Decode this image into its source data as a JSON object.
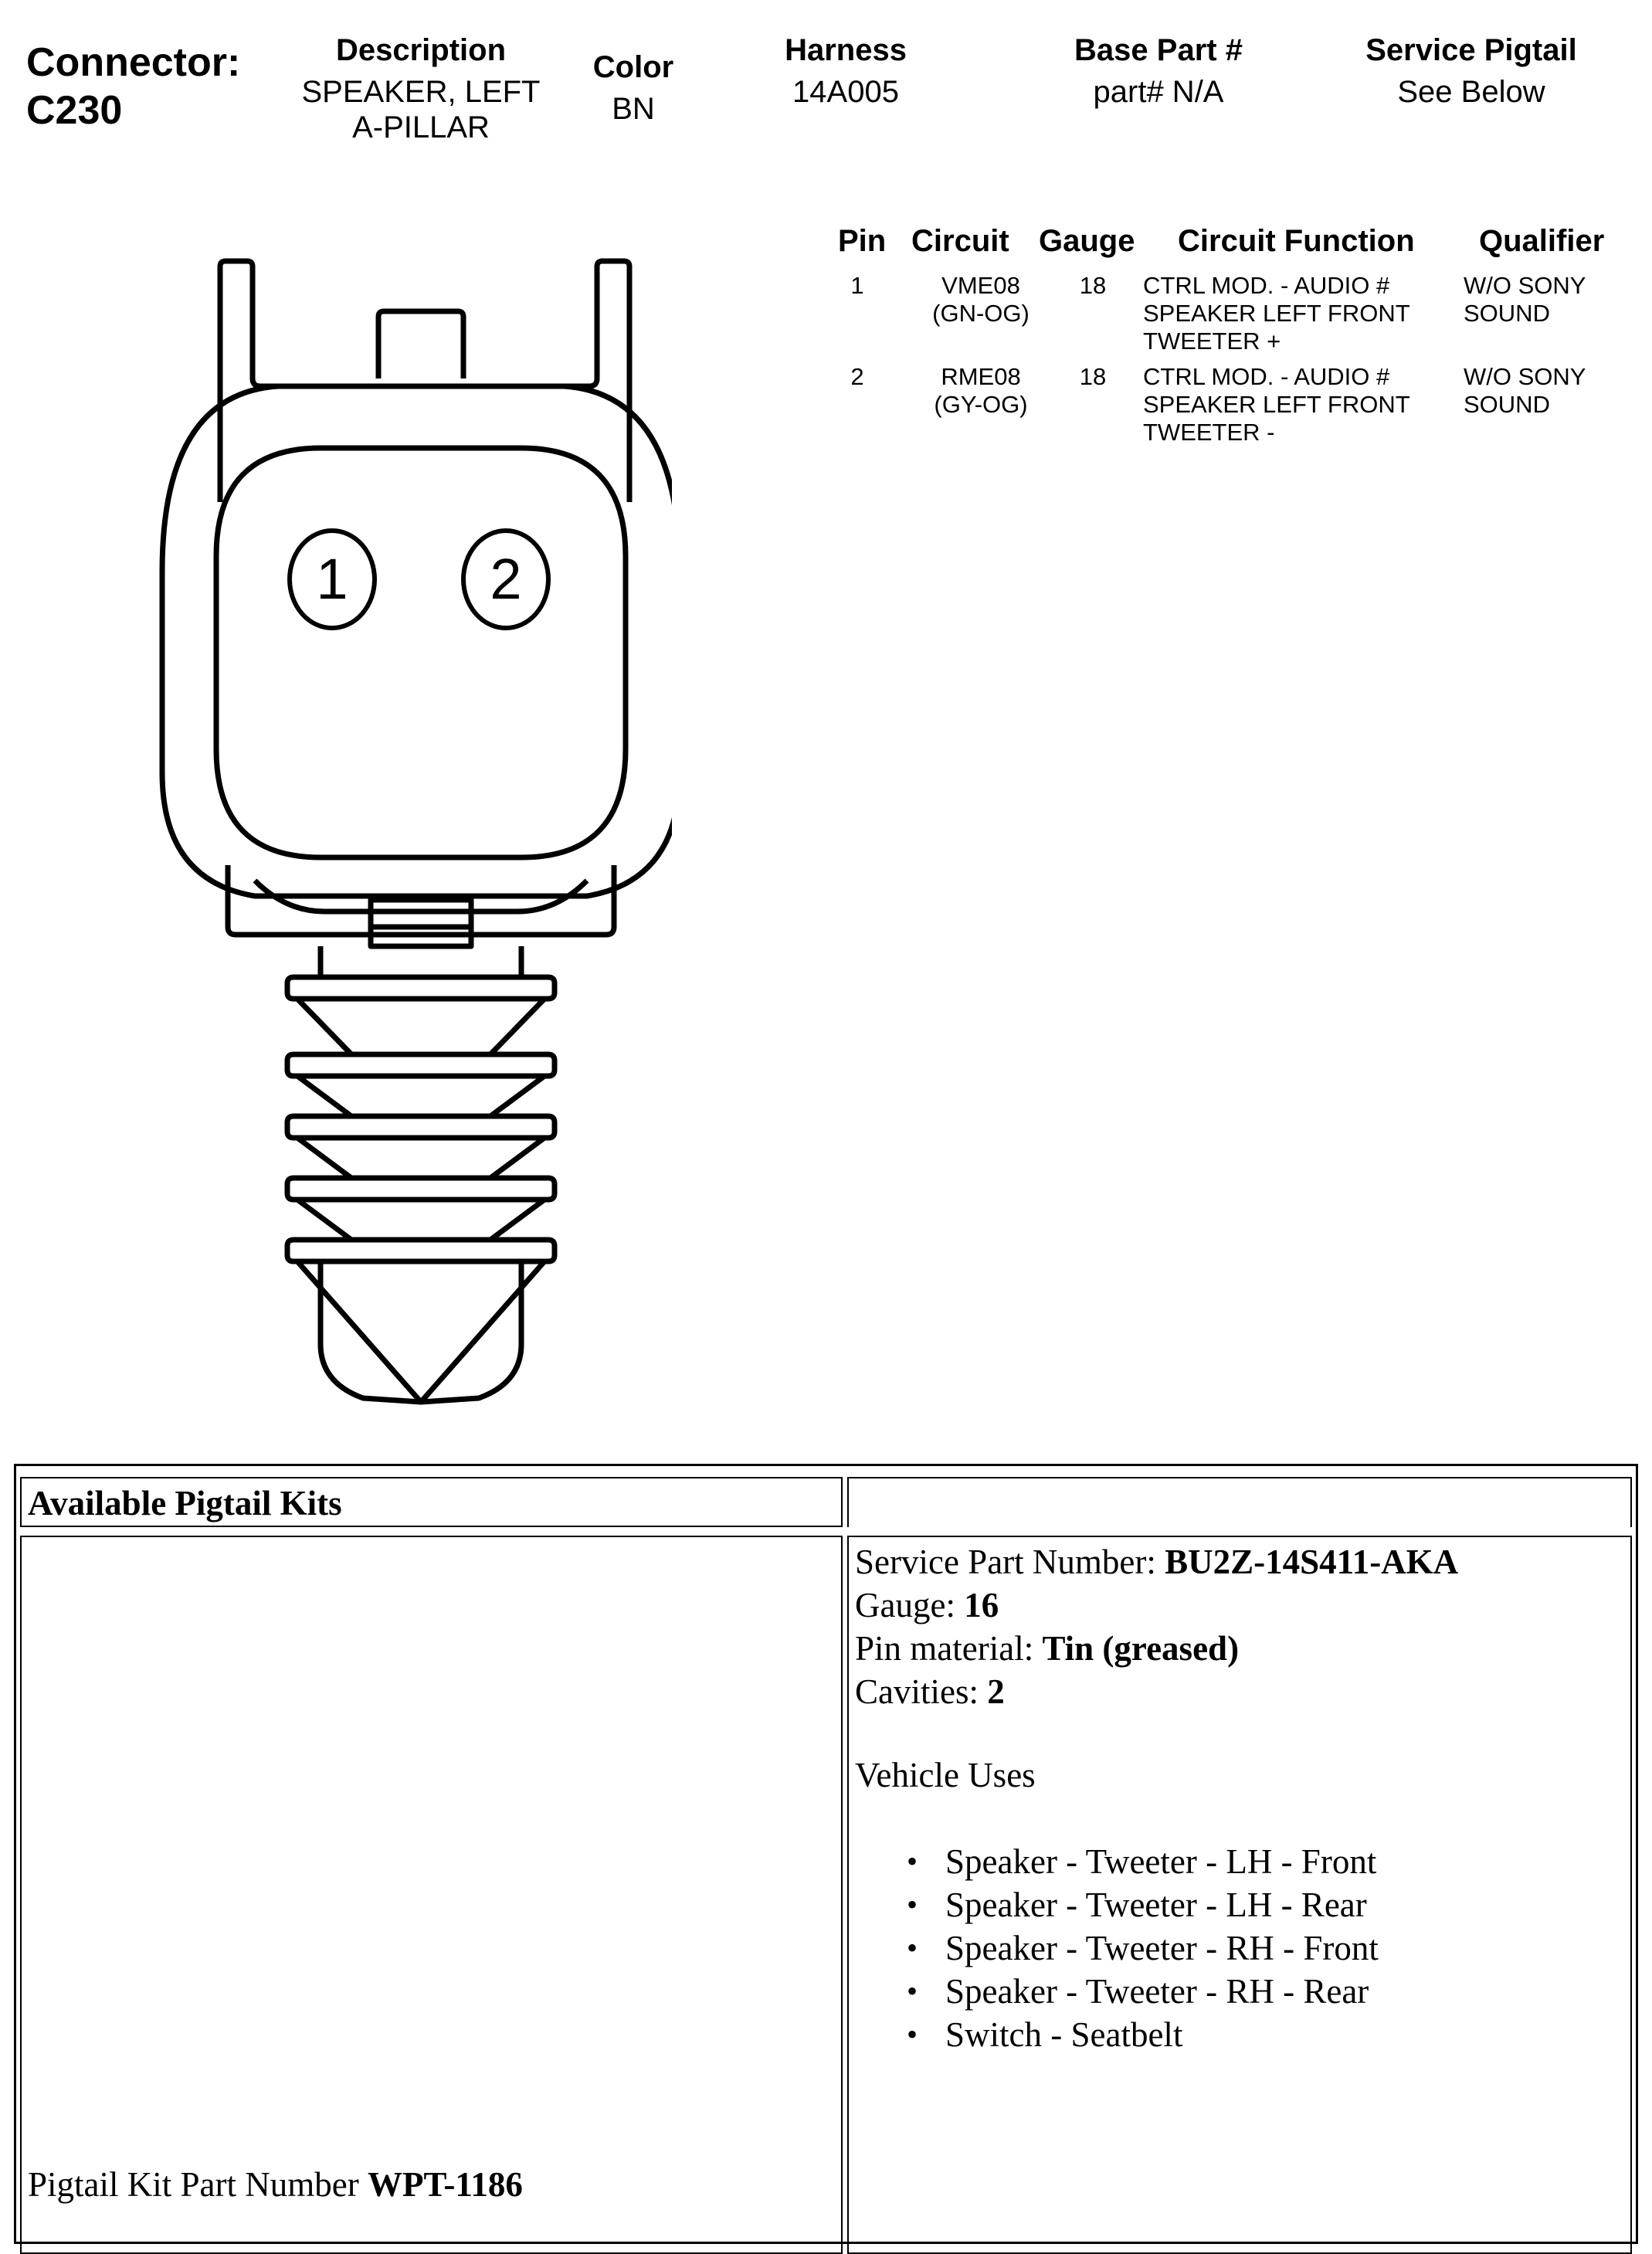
{
  "header": {
    "connector_label": "Connector:",
    "connector_id": "C230",
    "description_label": "Description",
    "description_line1": "SPEAKER, LEFT",
    "description_line2": "A-PILLAR",
    "color_label": "Color",
    "color_value": "BN",
    "harness_label": "Harness",
    "harness_value": "14A005",
    "base_part_label": "Base Part #",
    "base_part_value": "part# N/A",
    "service_pigtail_label": "Service Pigtail",
    "service_pigtail_value": "See Below"
  },
  "pin_table": {
    "headers": [
      "Pin",
      "Circuit",
      "Gauge",
      "Circuit Function",
      "Qualifier"
    ],
    "rows": [
      {
        "pin": "1",
        "circuit": [
          "VME08",
          "(GN-OG)"
        ],
        "gauge": "18",
        "function": [
          "CTRL MOD. - AUDIO #",
          "SPEAKER LEFT FRONT",
          "TWEETER +"
        ],
        "qualifier": [
          "W/O SONY",
          "SOUND"
        ]
      },
      {
        "pin": "2",
        "circuit": [
          "RME08",
          "(GY-OG)"
        ],
        "gauge": "18",
        "function": [
          "CTRL MOD. - AUDIO #",
          "SPEAKER LEFT FRONT",
          "TWEETER -"
        ],
        "qualifier": [
          "W/O SONY",
          "SOUND"
        ]
      }
    ]
  },
  "diagram": {
    "pin_labels": [
      "1",
      "2"
    ]
  },
  "pigtail": {
    "title": "Available Pigtail Kits",
    "kit_part_label": "Pigtail Kit Part Number ",
    "kit_part_value": "WPT-1186",
    "service_part_label": "Service Part Number: ",
    "service_part_value": "BU2Z-14S411-AKA",
    "gauge_label": "Gauge: ",
    "gauge_value": "16",
    "pin_material_label": "Pin material: ",
    "pin_material_value": "Tin (greased)",
    "cavities_label": "Cavities: ",
    "cavities_value": "2",
    "vehicle_uses_label": "Vehicle Uses",
    "vehicle_uses": [
      "Speaker - Tweeter - LH - Front",
      "Speaker - Tweeter - LH - Rear",
      "Speaker - Tweeter - RH - Front",
      "Speaker - Tweeter - RH - Rear",
      "Switch - Seatbelt"
    ]
  }
}
